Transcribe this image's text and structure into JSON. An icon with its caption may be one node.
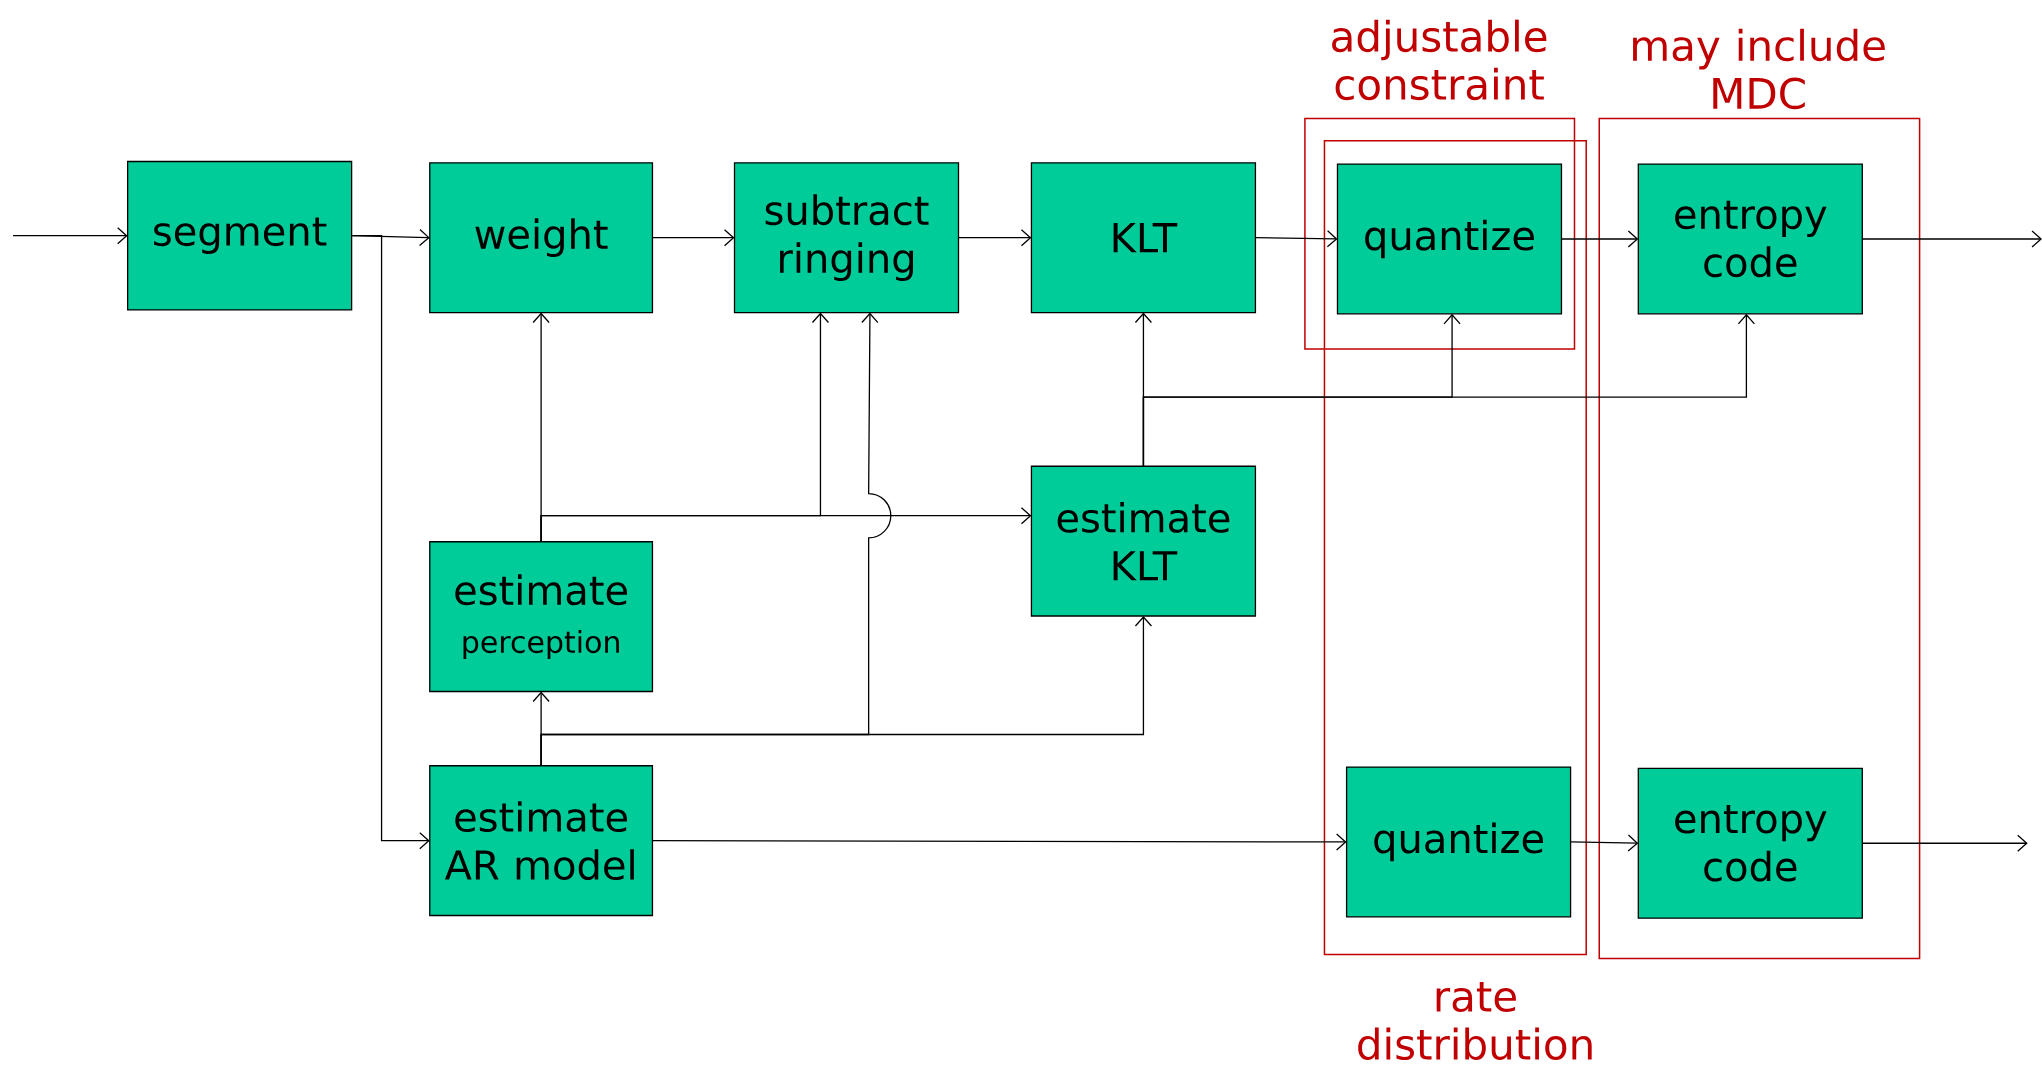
{
  "diagram": {
    "nodes": [
      {
        "text": [
          "segment"
        ]
      },
      {
        "text": [
          "weight"
        ]
      },
      {
        "text": [
          "subtract ringing"
        ]
      },
      {
        "text": [
          "KLT"
        ]
      },
      {
        "text": [
          "adjustable constraint"
        ]
      },
      {
        "text": [
          "rate distribution"
        ]
      },
      {
        "text": [
          "quantize"
        ],
        "in": 4
      },
      {
        "text": [
          "may include MDC"
        ]
      },
      {
        "text": [
          "entropy code"
        ],
        "in": 7
      },
      {
        "text": [
          "estimate",
          "perception"
        ]
      },
      {
        "text": [
          "estimate KLT"
        ]
      },
      {
        "text": [
          "estimate AR model"
        ]
      },
      {
        "text": [
          "quantize"
        ],
        "in": 5
      },
      {
        "text": [
          "entropy code"
        ],
        "in": 7
      }
    ],
    "edges": [
      {
        "from": null,
        "to": 0,
        "arrow": "to"
      },
      {
        "from": 0,
        "to": 1,
        "arrow": "to"
      },
      {
        "from": 0,
        "to": 11,
        "arrow": "to"
      },
      {
        "from": 1,
        "to": 2,
        "arrow": "to"
      },
      {
        "from": 2,
        "to": 3,
        "arrow": "to"
      },
      {
        "from": 3,
        "to": 6,
        "arrow": "to"
      },
      {
        "from": 6,
        "to": 8,
        "arrow": "to"
      },
      {
        "from": 8,
        "to": null,
        "arrow": "to"
      },
      {
        "from": 11,
        "to": 12,
        "arrow": "to"
      },
      {
        "from": 12,
        "to": 13,
        "arrow": "to"
      },
      {
        "from": 13,
        "to": null,
        "arrow": "to"
      },
      {
        "from": 11,
        "to": 9,
        "arrow": "to"
      },
      {
        "from": 11,
        "to": 10,
        "arrow": "to"
      },
      {
        "from": 11,
        "to": 2,
        "arrow": "to"
      },
      {
        "from": 9,
        "to": 1,
        "arrow": "to"
      },
      {
        "from": 9,
        "to": 10,
        "arrow": "to"
      },
      {
        "from": 9,
        "to": 2,
        "arrow": "to"
      },
      {
        "from": 10,
        "to": 3,
        "arrow": "to"
      },
      {
        "from": 10,
        "to": 6,
        "arrow": "to"
      },
      {
        "from": 10,
        "to": 8,
        "arrow": "to"
      }
    ]
  }
}
